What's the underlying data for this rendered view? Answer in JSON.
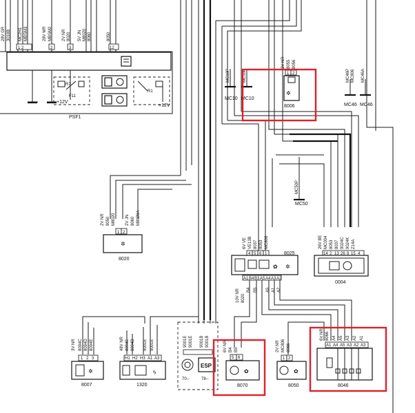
{
  "psf1": {
    "name": "PSF1",
    "left_col_labels": [
      "28V GR",
      "3018B",
      "1 2",
      "MC2H1",
      "MBSM3",
      "28V MR",
      "2",
      "MBSM2",
      "2V NR",
      "8020",
      "3"
    ],
    "right_col_labels": [
      "5V JN",
      "M8020",
      "8060",
      "8050",
      "12"
    ],
    "plus12_left": "+12V",
    "plus12_right": "+12V",
    "relay_left": "R7",
    "fuse_label": "F11",
    "relay_right": "R1"
  },
  "c8006": {
    "id": "8006",
    "wire_header": "3V NR",
    "wire_labels": [
      "8055",
      "8056"
    ],
    "pins": [
      "1",
      "2"
    ]
  },
  "mc10": {
    "labels": [
      "MC10P",
      "MC10P",
      "MC10",
      "MC10"
    ]
  },
  "mc46": {
    "labels": [
      "MC46P",
      "MC46A",
      "MC46",
      "MC46"
    ],
    "extra": "MC806"
  },
  "mc50": {
    "label_top": "MC50P",
    "label": "MC50"
  },
  "c8020": {
    "id": "8020",
    "wire_labels": [
      "2V NR",
      "8050",
      "M8020",
      "2V JN",
      "8060",
      "M8020A"
    ],
    "pins": [
      "1",
      "2"
    ]
  },
  "c8025": {
    "id": "8025",
    "wire_header": "6V VE",
    "wire_labels": [
      "VE13B",
      "8037",
      "8053",
      "MC806"
    ],
    "pins": [
      "4",
      "5",
      "6",
      "1"
    ],
    "bottom_pins": [
      "A1",
      "B4",
      "B3",
      "A5",
      "A4",
      "A3",
      "A2"
    ]
  },
  "c0004": {
    "id": "0004",
    "wire_header": "26V BE",
    "wire_labels": [
      "MC004",
      "8053",
      "8037",
      "9024C",
      "9024K",
      "Z14A"
    ],
    "pins": [
      "14",
      "2",
      "13",
      "26",
      "8",
      "15",
      "4"
    ]
  },
  "harness": {
    "header": "10V NR",
    "labels": [
      "8020",
      "B4",
      "B5",
      "A5",
      "A1",
      "A2"
    ]
  },
  "c8007": {
    "id": "8007",
    "wire_header": "3V NR",
    "wire_labels": [
      "8094C",
      "8094D",
      "8094E"
    ],
    "pins": [
      "1",
      "2",
      "3"
    ]
  },
  "c1320": {
    "id": "1320",
    "wire_header": "48V NR",
    "wire_labels": [
      "8094E",
      "8094D",
      "9001E",
      "9001E"
    ],
    "pins": [
      "H1",
      "H2",
      "H3",
      "A1",
      "A3"
    ]
  },
  "esp": {
    "labels": [
      "9001E",
      "9001E",
      "9001B",
      "9001B"
    ],
    "left_code": "70--",
    "right_code": "78--",
    "esp_text": "ESP"
  },
  "c8070": {
    "id": "8070",
    "wire_header": "6V NR",
    "wire_labels": [
      "B4",
      "B5"
    ],
    "pins": [
      "5",
      "6"
    ]
  },
  "c8050": {
    "id": "8050",
    "wire_header": "2V NR",
    "wire_labels": [
      "MC806",
      "8066"
    ],
    "pins": [
      "1",
      "2"
    ]
  },
  "c8046": {
    "id": "8046",
    "wire_header": "6V NR",
    "wire_labels": [
      "8066",
      "A4",
      "A5",
      "A3",
      "A2",
      "A1"
    ],
    "pins": [
      "A1",
      "A4",
      "A5",
      "A3",
      "A2",
      "A3"
    ]
  },
  "highlights": {
    "box_8006": "#e0202a",
    "box_8070": "#e0202a",
    "box_8046": "#e0202a"
  }
}
